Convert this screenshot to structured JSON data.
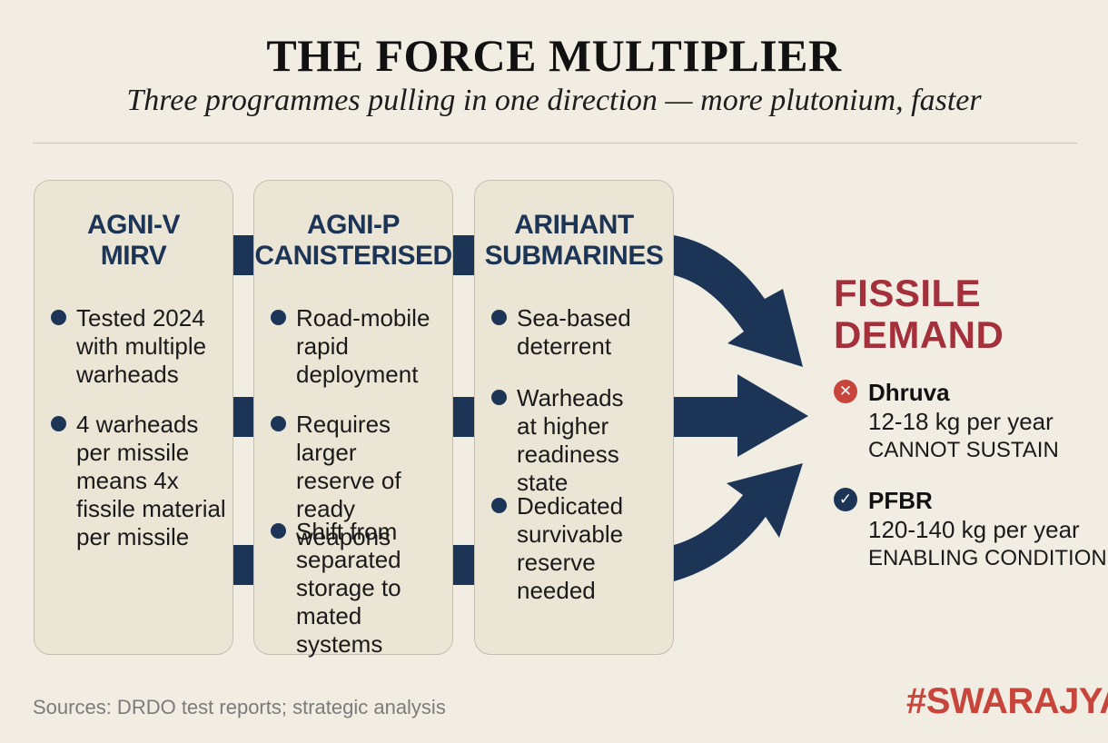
{
  "header": {
    "title": "THE FORCE MULTIPLIER",
    "subtitle": "Three programmes pulling in one direction — more plutonium, faster"
  },
  "programmes": [
    {
      "title_lines": [
        "AGNI-V",
        "MIRV"
      ],
      "items": [
        [
          "Tested 2024",
          "with multiple",
          "warheads"
        ],
        [
          "4 warheads",
          "per missile",
          "means 4x",
          "fissile material",
          "per missile"
        ]
      ]
    },
    {
      "title_lines": [
        "AGNI-P",
        "CANISTERISED"
      ],
      "items": [
        [
          "Road-mobile",
          "rapid",
          "deployment"
        ],
        [
          "Requires larger",
          "reserve of",
          "ready weapons"
        ],
        [
          "Shift from",
          "separated",
          "storage to",
          "mated systems"
        ]
      ]
    },
    {
      "title_lines": [
        "ARIHANT",
        "SUBMARINES"
      ],
      "items": [
        [
          "Sea-based",
          "deterrent"
        ],
        [
          "Warheads",
          "at higher",
          "readiness state"
        ],
        [
          "Dedicated",
          "survivable",
          "reserve",
          "needed"
        ]
      ]
    }
  ],
  "demand": {
    "title_lines": [
      "FISSILE",
      "DEMAND"
    ],
    "sources": [
      {
        "name": "Dhruva",
        "rate": "12-18 kg per year",
        "state": "CANNOT SUSTAIN",
        "icon": "x-circle-icon",
        "color": "#c8453c"
      },
      {
        "name": "PFBR",
        "rate": "120-140 kg per year",
        "state": "ENABLING CONDITION",
        "icon": "check-circle-icon",
        "color": "#1c3557"
      }
    ]
  },
  "footer": {
    "sources": "Sources: DRDO test reports; strategic analysis",
    "brand": "#SWARAJYA"
  },
  "colors": {
    "navy": "#1c3557",
    "red": "#a3303a",
    "background": "#f1ede3",
    "card": "#ebe5d6"
  }
}
